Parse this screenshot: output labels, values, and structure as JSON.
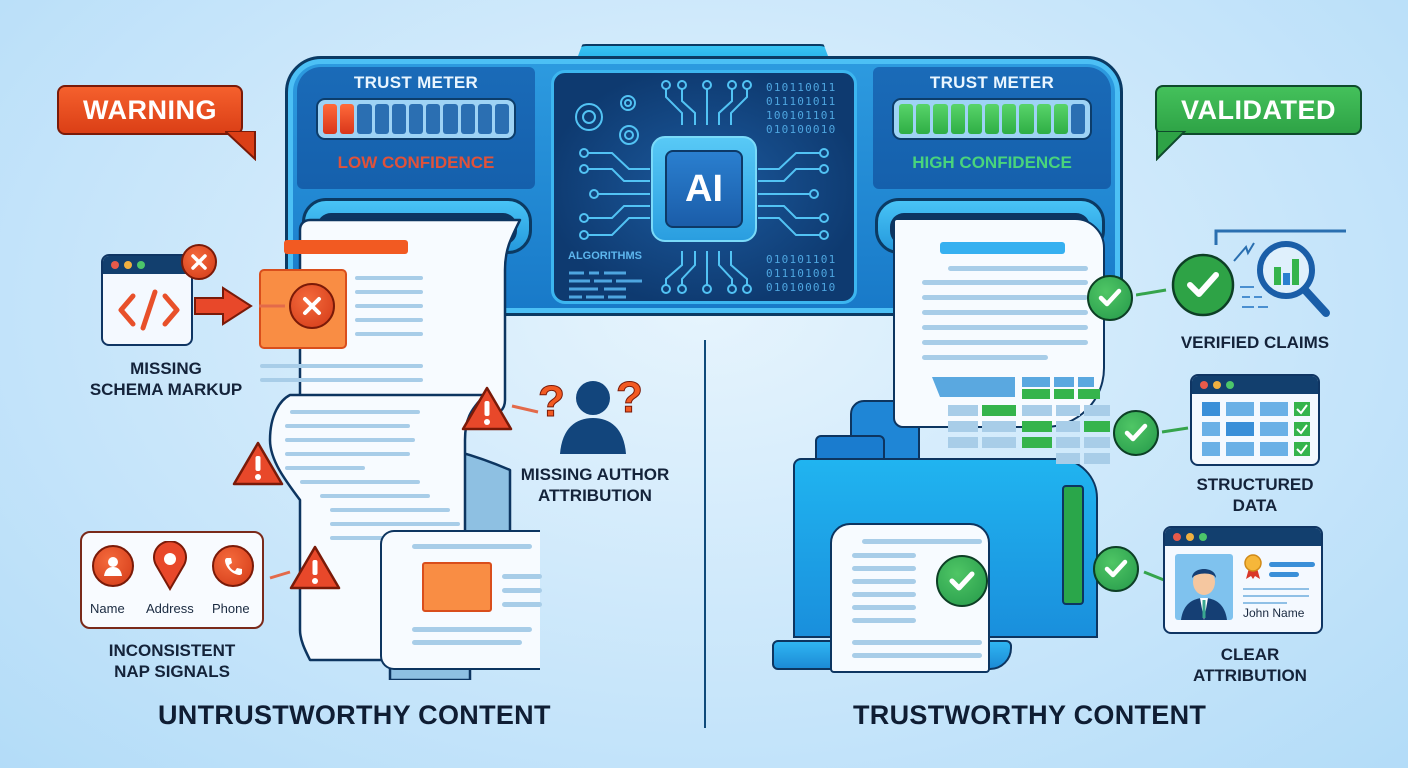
{
  "machine": {
    "left_meter": {
      "title": "TRUST METER",
      "status": "LOW CONFIDENCE",
      "status_color": "#e0523a",
      "segments_total": 11,
      "segments_filled": 2,
      "fill_color": "#e84826"
    },
    "right_meter": {
      "title": "TRUST METER",
      "status": "HIGH CONFIDENCE",
      "status_color": "#49d47c",
      "segments_total": 11,
      "segments_filled": 10,
      "fill_color": "#45c45a"
    },
    "ai_panel": {
      "chip_label": "AI",
      "algorithms_label": "ALGORITHMS",
      "binary_top": [
        "010110011",
        "011101011",
        "100101101",
        "010100010"
      ],
      "binary_bottom": [
        "010101101",
        "011101001",
        "010100010"
      ]
    }
  },
  "callouts": {
    "warning": "WARNING",
    "validated": "VALIDATED"
  },
  "left_side": {
    "section_title": "UNTRUSTWORTHY CONTENT",
    "issues": [
      {
        "label_line1": "MISSING",
        "label_line2": "SCHEMA MARKUP",
        "icon": "code-window-icon"
      },
      {
        "label_line1": "MISSING AUTHOR",
        "label_line2": "ATTRIBUTION",
        "icon": "unknown-person-icon"
      },
      {
        "label_line1": "INCONSISTENT",
        "label_line2": "NAP SIGNALS",
        "icon": "nap-card-icon"
      }
    ],
    "nap_items": [
      "Name",
      "Address",
      "Phone"
    ]
  },
  "right_side": {
    "section_title": "TRUSTWORTHY CONTENT",
    "signals": [
      {
        "label_line1": "VERIFIED CLAIMS",
        "label_line2": "",
        "icon": "magnifier-chart-icon"
      },
      {
        "label_line1": "STRUCTURED",
        "label_line2": "DATA",
        "icon": "data-table-icon"
      },
      {
        "label_line1": "CLEAR",
        "label_line2": "ATTRIBUTION",
        "icon": "author-card-icon"
      }
    ],
    "author_card_name": "John Name"
  },
  "colors": {
    "red_accent": "#e84826",
    "green_accent": "#2fae45",
    "machine_blue": "#1879c8",
    "dark_navy": "#0b3a63"
  }
}
